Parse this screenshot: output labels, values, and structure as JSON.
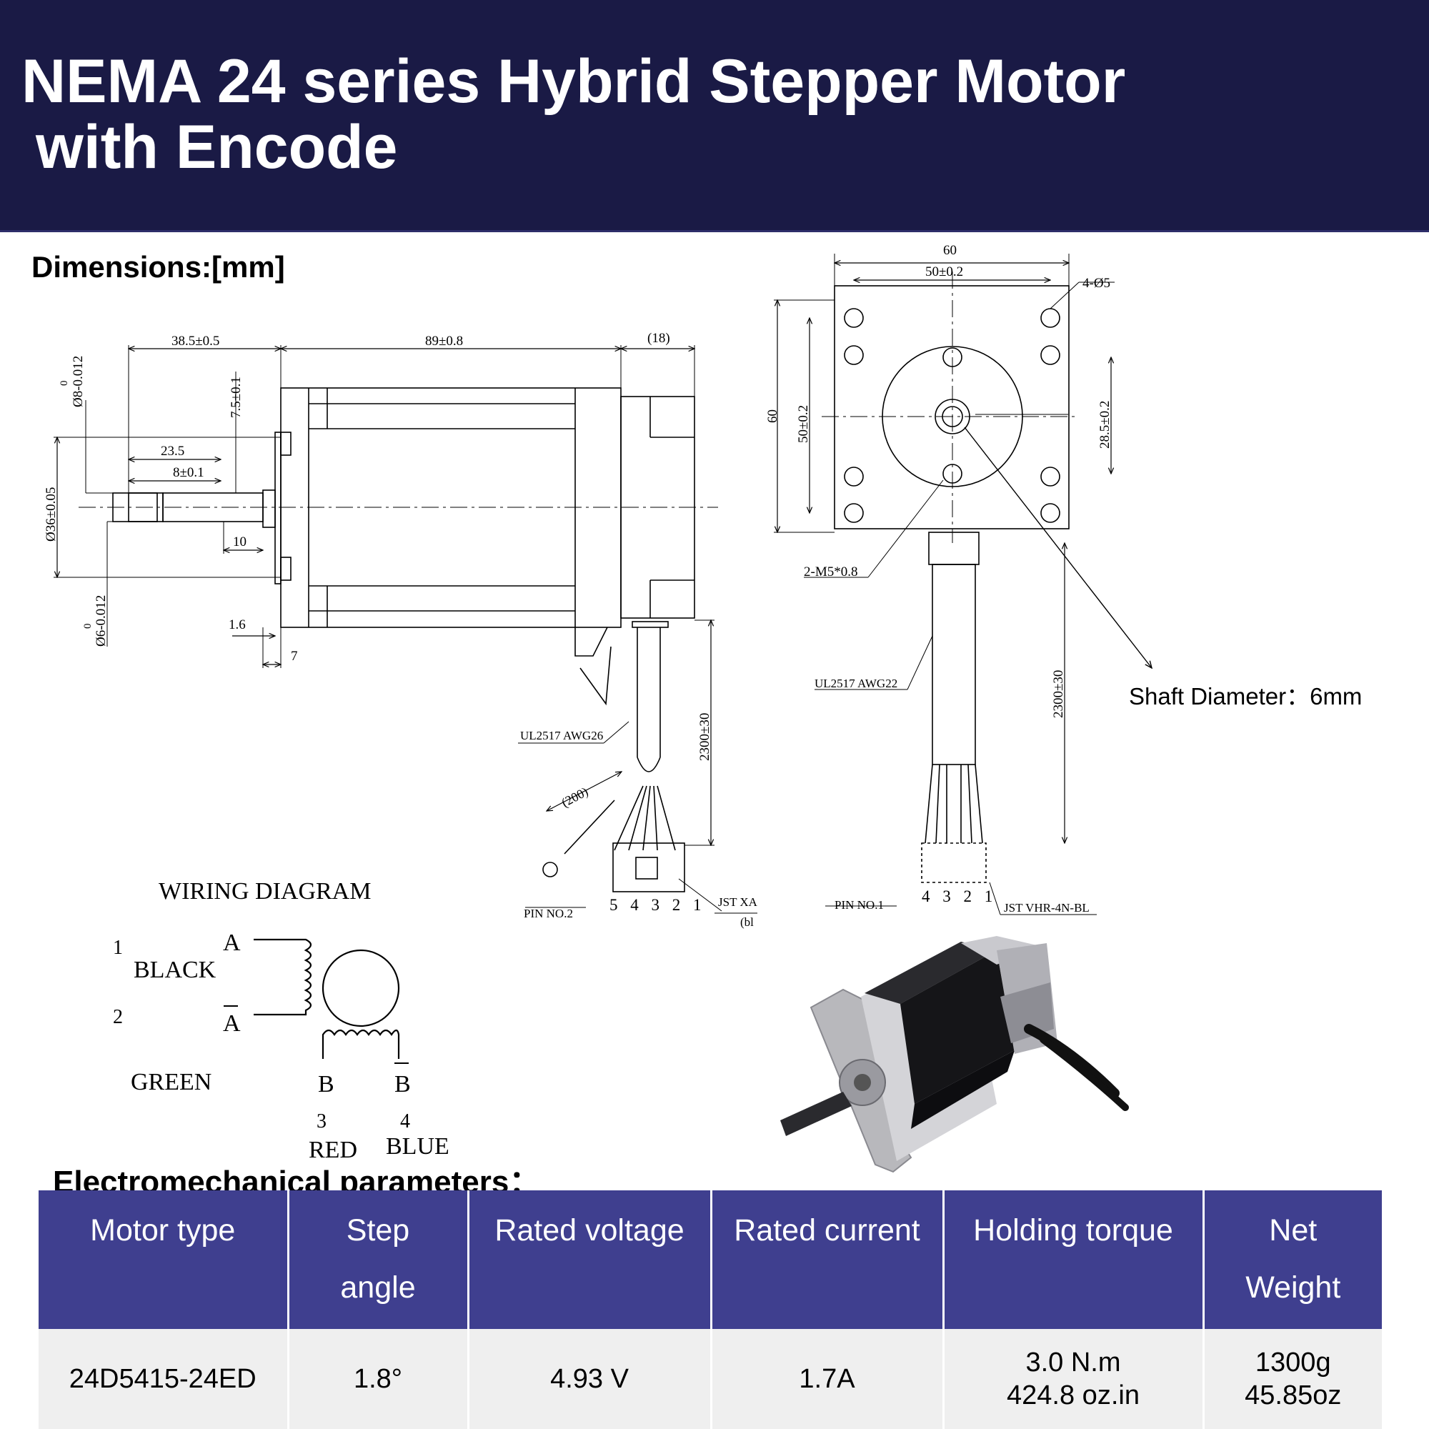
{
  "header": {
    "title_line1": "NEMA 24 series Hybrid Stepper Motor",
    "title_line2": "with Encode",
    "bg_color": "#1a1a45"
  },
  "dimensions_label": "Dimensions:[mm]",
  "side_view": {
    "dim_38_5": "38.5±0.5",
    "dim_89": "89±0.8",
    "dim_18": "(18)",
    "dim_7_5": "7.5±0.1",
    "dim_23_5": "23.5",
    "dim_8": "8±0.1",
    "dim_10": "10",
    "dim_1_6": "1.6",
    "dim_7": "7",
    "dia_8": "Ø8-0.012",
    "dia_8_upper": "0",
    "dia_36": "Ø36±0.05",
    "dia_6": "Ø6-0.012",
    "dia_6_upper": "0",
    "cable_spec": "UL2517 AWG26",
    "cable_length": "2300±30",
    "lead_length": "(200)",
    "connector": "JST XA",
    "connector_suffix": "(bl",
    "pin_label": "PIN NO.2",
    "pin_numbers": "5 4 3 2 1"
  },
  "front_view": {
    "dim_60_top": "60",
    "dim_50_top": "50±0.2",
    "holes": "4-Ø5",
    "dim_60_side": "60",
    "dim_50_side": "50±0.2",
    "dim_28_5": "28.5±0.2",
    "thread": "2-M5*0.8",
    "cable_spec": "UL2517 AWG22",
    "cable_length": "2300±30",
    "pin_label": "PIN NO.1",
    "pin_numbers": "4 3 2 1",
    "connector": "JST VHR-4N-BL"
  },
  "shaft_note": "Shaft Diameter：6mm",
  "wiring": {
    "title": "WIRING DIAGRAM",
    "pin1": "1",
    "pin2": "2",
    "pin3": "3",
    "pin4": "4",
    "black": "BLACK",
    "green": "GREEN",
    "red": "RED",
    "blue": "BLUE",
    "coil_a": "A",
    "coil_a_bar": "A",
    "coil_b": "B",
    "coil_b_bar": "B"
  },
  "params_label": "Electromechanical parameters：",
  "table": {
    "header_color": "#3f3f8f",
    "headers": {
      "motor_type": "Motor type",
      "step_angle_1": "Step",
      "step_angle_2": "angle",
      "rated_voltage": "Rated voltage",
      "rated_current": "Rated current",
      "holding_torque": "Holding torque",
      "net_weight_1": "Net",
      "net_weight_2": "Weight"
    },
    "row": {
      "motor_type": "24D5415-24ED",
      "step_angle": "1.8°",
      "rated_voltage": "4.93 V",
      "rated_current": "1.7A",
      "holding_torque_1": "3.0 N.m",
      "holding_torque_2": "424.8 oz.in",
      "net_weight_1": "1300g",
      "net_weight_2": "45.85oz"
    }
  }
}
